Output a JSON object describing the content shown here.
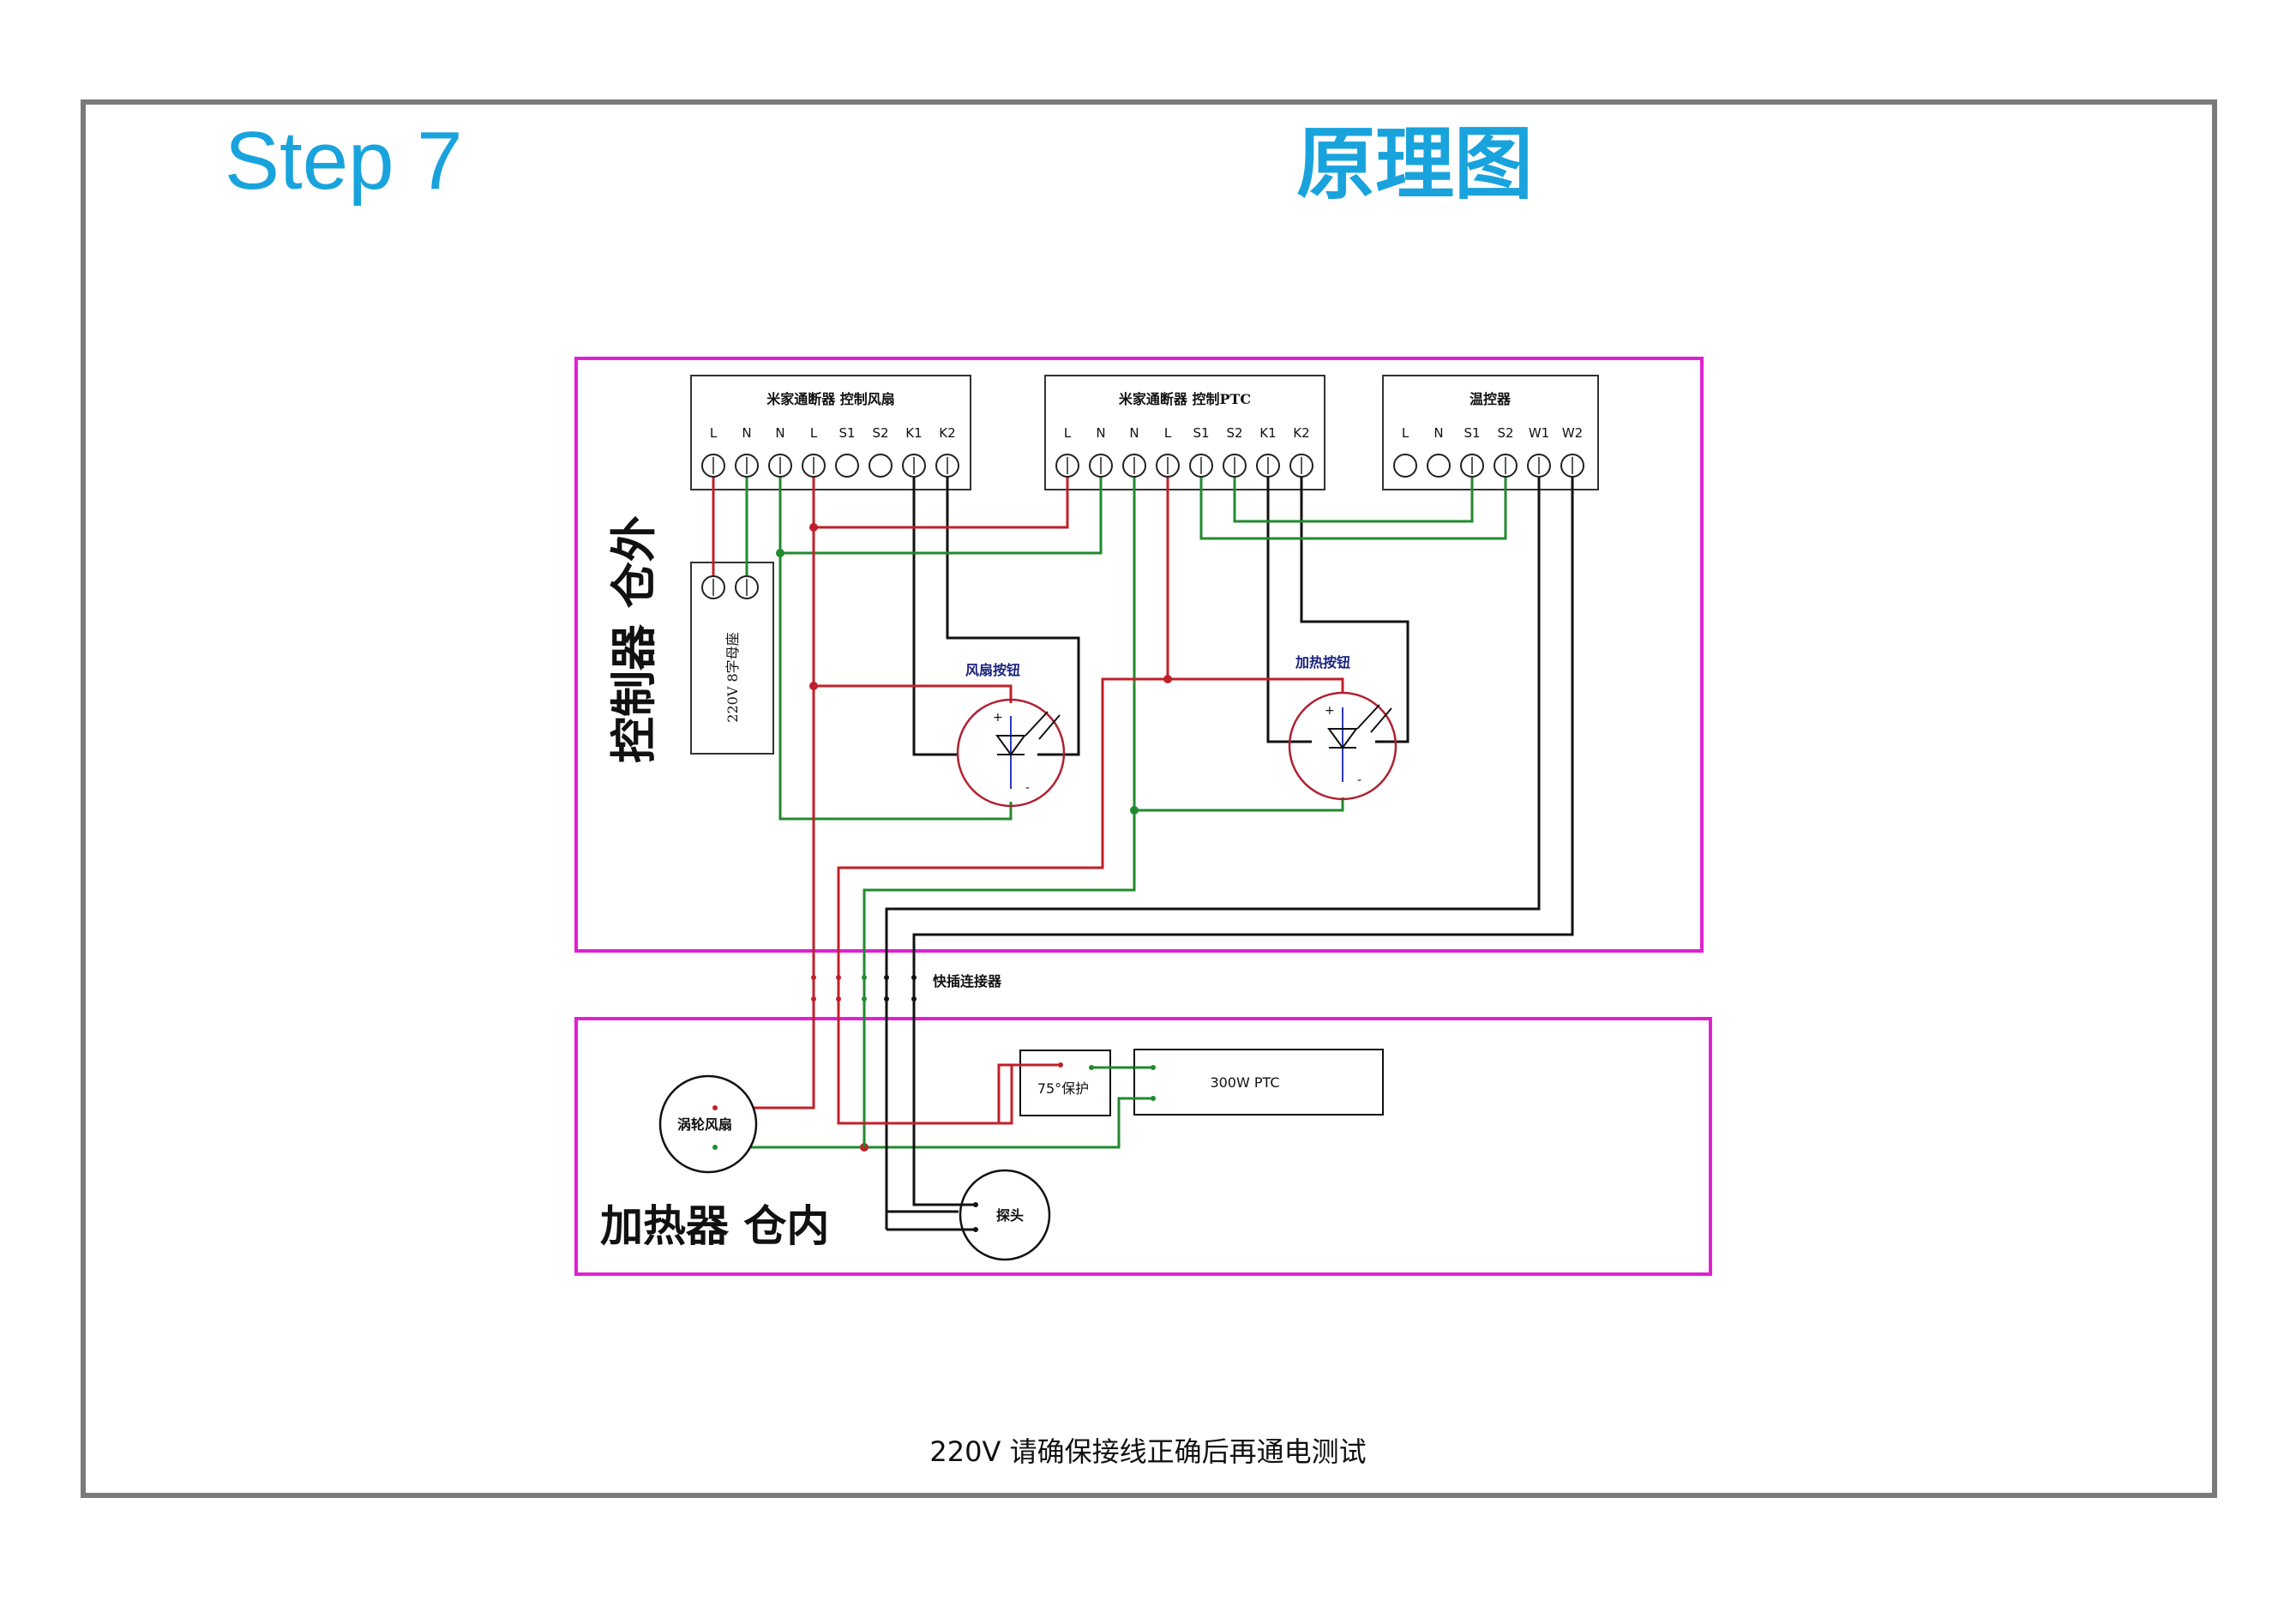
{
  "page": {
    "step_title": "Step 7",
    "diagram_title": "原理图",
    "footer_note": "220V 请确保接线正确后再通电测试"
  },
  "zones": {
    "control": {
      "label": "控制器 仓外"
    },
    "heater": {
      "label": "加热器 仓内"
    }
  },
  "modules": {
    "fan_breaker": {
      "title": "米家通断器 控制风扇",
      "terminals": [
        "L",
        "N",
        "N",
        "L",
        "S1",
        "S2",
        "K1",
        "K2"
      ]
    },
    "ptc_breaker": {
      "title": "米家通断器 控制PTC",
      "terminals": [
        "L",
        "N",
        "N",
        "L",
        "S1",
        "S2",
        "K1",
        "K2"
      ]
    },
    "thermostat": {
      "title": "温控器",
      "terminals": [
        "L",
        "N",
        "S1",
        "S2",
        "W1",
        "W2"
      ]
    },
    "socket": {
      "label": "220V 8字母座"
    },
    "fan_button": {
      "label": "风扇按钮",
      "plus": "+",
      "minus": "-"
    },
    "heat_button": {
      "label": "加热按钮",
      "plus": "+",
      "minus": "-"
    },
    "connector": {
      "label": "快插连接器"
    },
    "fan": {
      "label": "涡轮风扇"
    },
    "protector": {
      "label": "75°保护"
    },
    "ptc": {
      "label": "300W PTC"
    },
    "probe": {
      "label": "探头"
    }
  },
  "colors": {
    "accent": "#19a3dd",
    "zone_border": "#e020d0",
    "frame": "#7a7a7a",
    "live_wire": "#c0202a",
    "neutral_wire": "#218a2e",
    "signal_wire": "#111111",
    "button_diode": "#2a3ac0"
  }
}
